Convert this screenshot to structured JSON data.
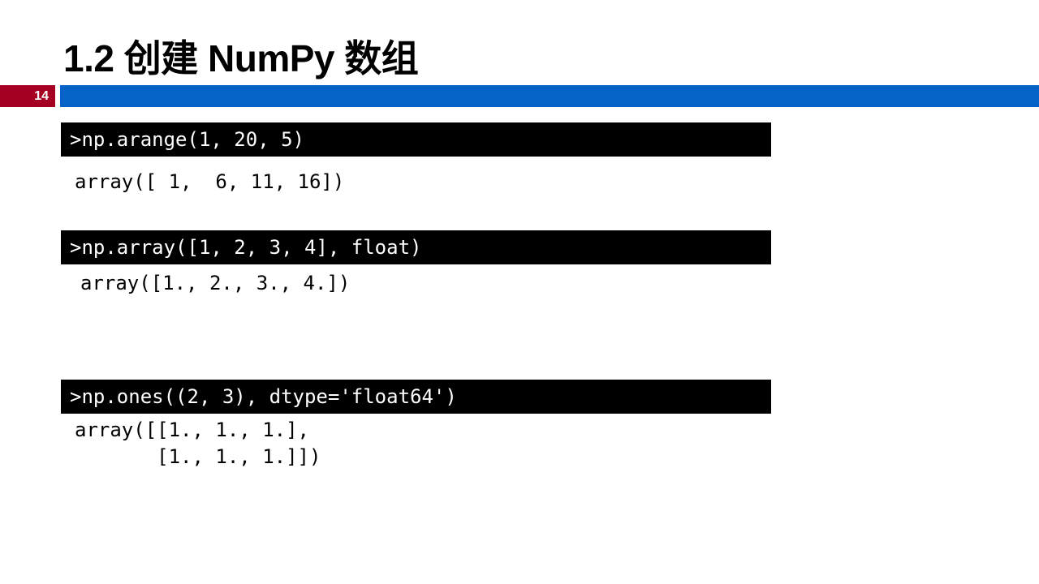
{
  "slide": {
    "title": "1.2 创建 NumPy 数组",
    "page_number": "14",
    "accent_color": "#0563c7",
    "page_badge_color": "#a50021"
  },
  "examples": [
    {
      "code": ">np.arange(1, 20, 5)",
      "output": "array([ 1,  6, 11, 16])"
    },
    {
      "code": ">np.array([1, 2, 3, 4], float)",
      "output": "array([1., 2., 3., 4.])"
    },
    {
      "code": ">np.ones((2, 3), dtype='float64')",
      "output": "array([[1., 1., 1.],\n       [1., 1., 1.]])"
    }
  ]
}
